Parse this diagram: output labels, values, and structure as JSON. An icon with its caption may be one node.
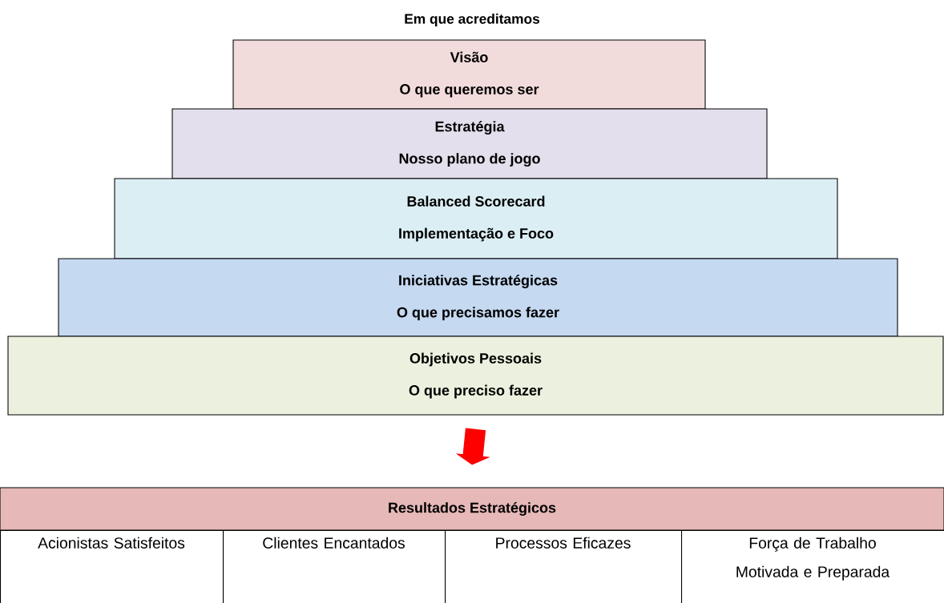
{
  "diagram": {
    "title": "Em que acreditamos",
    "nodes": [
      {
        "text": [
          "Visão",
          "O que queremos ser"
        ]
      },
      {
        "text": [
          "Estratégia",
          "Nosso plano de jogo"
        ]
      },
      {
        "text": [
          "Balanced Scorecard",
          "Implementação e Foco"
        ]
      },
      {
        "text": [
          "Iniciativas Estratégicas",
          "O que precisamos fazer"
        ]
      },
      {
        "text": [
          "Objetivos Pessoais",
          "O que preciso fazer"
        ]
      },
      {
        "text": [
          "Resultados Estratégicos"
        ]
      }
    ],
    "edges": [
      {
        "from": 4,
        "to": 5,
        "arrow": "to"
      }
    ],
    "labels": [
      "Acionistas Satisfeitos",
      "Clientes Encantados",
      "Processos Eficazes",
      "Força de Trabalho Motivada e Preparada"
    ]
  }
}
